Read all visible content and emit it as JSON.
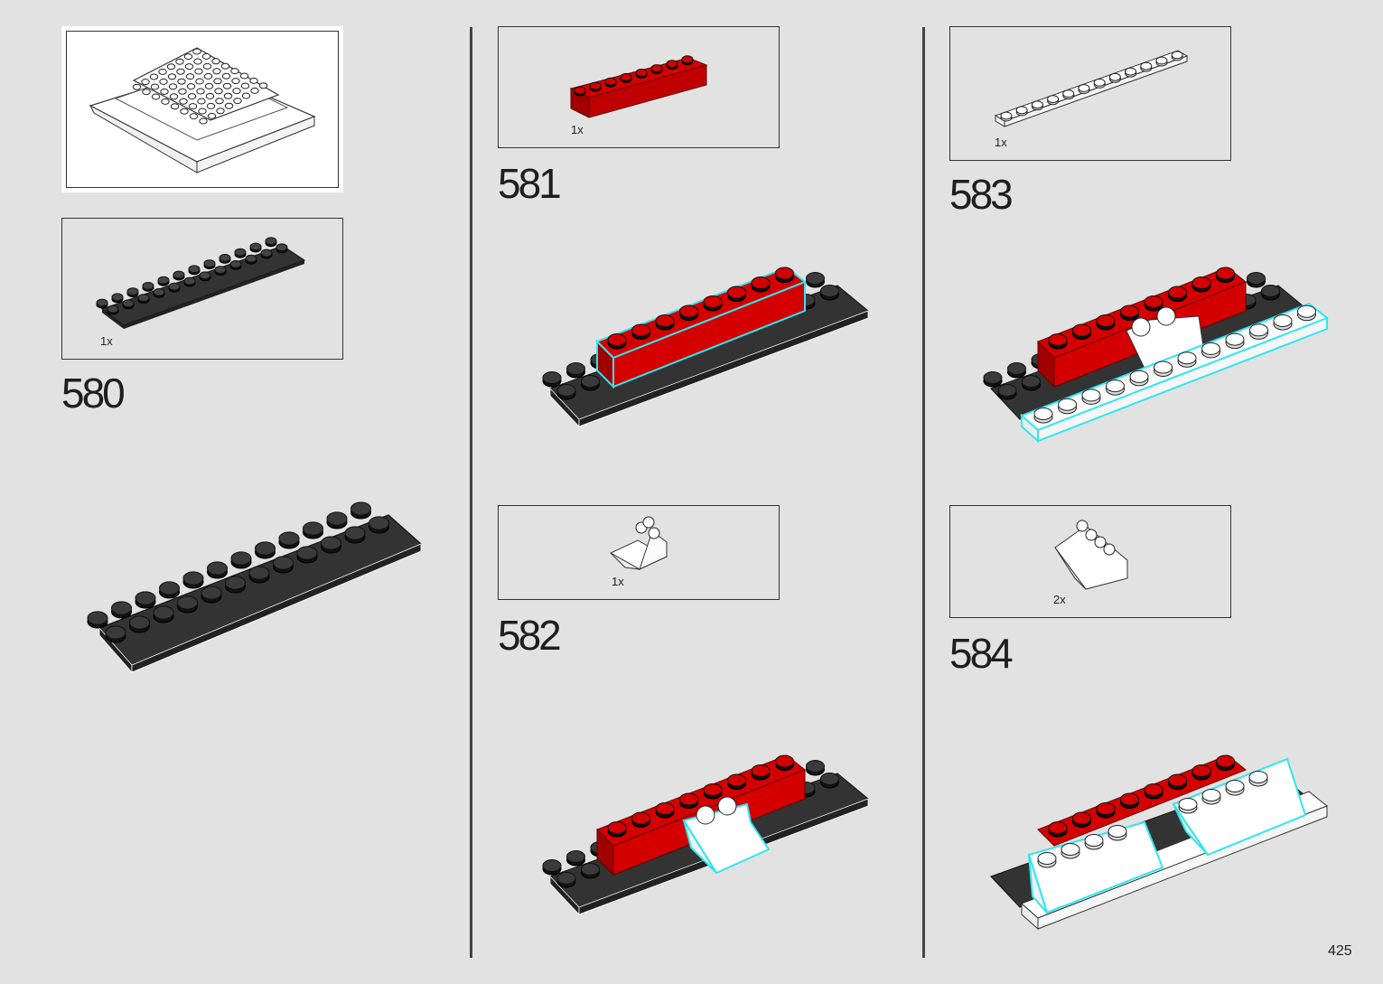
{
  "page": {
    "number": "425"
  },
  "steps": [
    {
      "number": "580",
      "qty": "1x",
      "part": "black-plate-2x12"
    },
    {
      "number": "581",
      "qty": "1x",
      "part": "red-brick-1x8"
    },
    {
      "number": "582",
      "qty": "1x",
      "part": "white-slope-2x2"
    },
    {
      "number": "583",
      "qty": "1x",
      "part": "white-plate-1x12"
    },
    {
      "number": "584",
      "qty": "2x",
      "part": "white-slope-2x4"
    }
  ],
  "colors": {
    "black_plate": "#2d2d2d",
    "red_brick": "#d40000",
    "white_part": "#ffffff",
    "highlight": "#2ee6f0"
  }
}
